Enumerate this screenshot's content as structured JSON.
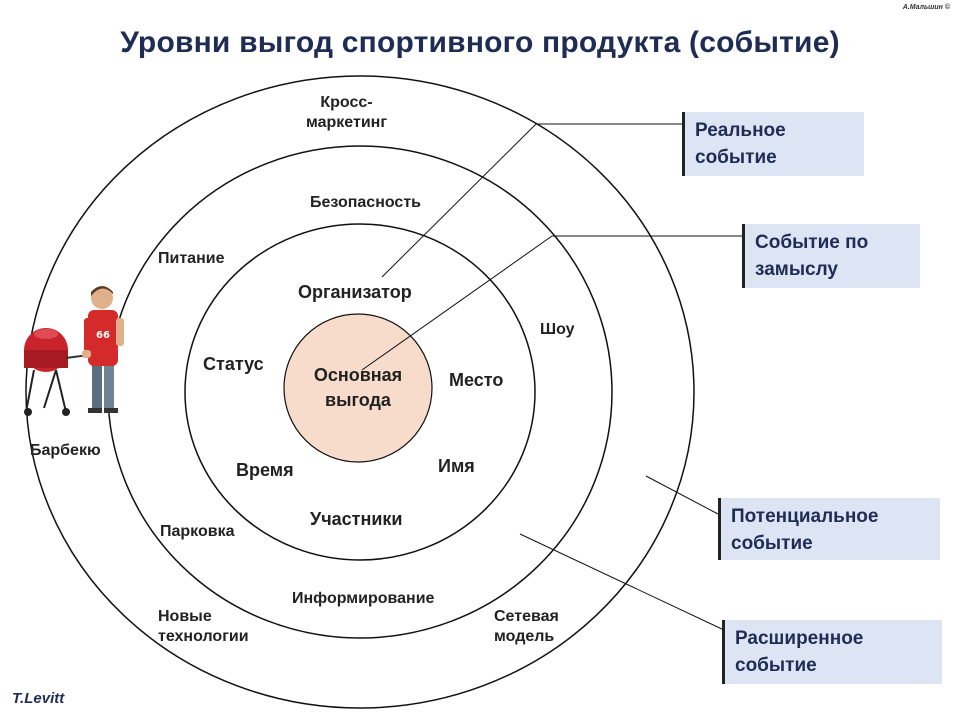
{
  "copyright": "А.Мальшин ©",
  "title": "Уровни выгод спортивного продукта (событие)",
  "core": {
    "line1": "Основная",
    "line2": "выгода"
  },
  "ring1_labels": {
    "organizer": "Организатор",
    "status": "Статус",
    "place": "Место",
    "time": "Время",
    "name": "Имя",
    "participants": "Участники"
  },
  "ring2_labels": {
    "safety": "Безопасность",
    "nutrition": "Питание",
    "show": "Шоу",
    "parking": "Парковка",
    "informing": "Информирование",
    "barbecue": "Барбекю"
  },
  "ring3_labels": {
    "cross_line1": "Кросс-",
    "cross_line2": "маркетинг",
    "newtech_line1": "Новые",
    "newtech_line2": "технологии",
    "network_line1": "Сетевая",
    "network_line2": "модель"
  },
  "boxes": {
    "real_line1": "Реальное",
    "real_line2": "событие",
    "concept_line1": "Событие по",
    "concept_line2": "замыслу",
    "potential_line1": "Потенциальное",
    "potential_line2": "событие",
    "extended_line1": "Расширенное",
    "extended_line2": "событие"
  },
  "author": "T.Levitt",
  "colors": {
    "title": "#1f2d55",
    "core_fill": "#f7dccb",
    "box_fill": "#dde4f3",
    "ring_stroke": "#111111"
  },
  "icons": {
    "illustration": "man-with-barbecue-grill"
  }
}
